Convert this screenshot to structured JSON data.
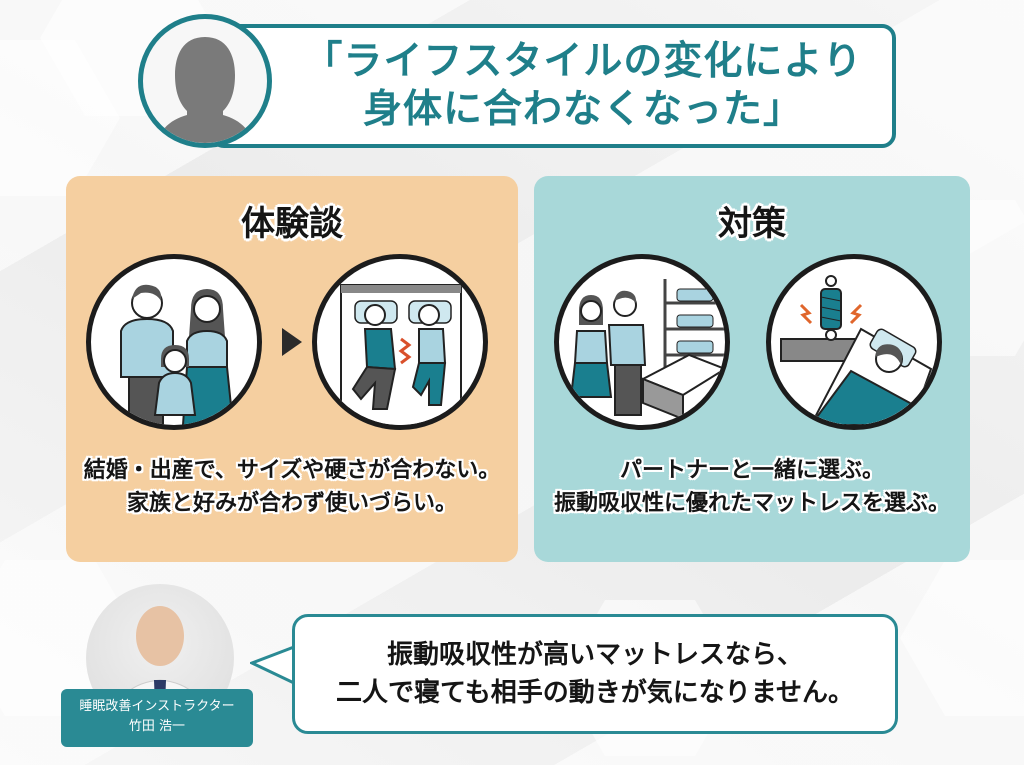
{
  "header": {
    "avatar_icon": "person-silhouette-icon",
    "quote_lines": [
      "「ライフスタイルの変化により",
      "身体に合わなくなった」"
    ]
  },
  "experience": {
    "title": "体験談",
    "illustrations": [
      "family-illustration",
      "couple-sleeping-disturbed-illustration"
    ],
    "arrow_icon": "arrow-right-triangle-icon",
    "text_lines": [
      "結婚・出産で、サイズや硬さが合わない。",
      "家族と好みが合わず使いづらい。"
    ]
  },
  "solution": {
    "title": "対策",
    "illustrations": [
      "couple-choosing-mattress-illustration",
      "vibration-absorbing-sleep-illustration"
    ],
    "text_lines": [
      "パートナーと一緒に選ぶ。",
      "振動吸収性に優れたマットレスを選ぶ。"
    ]
  },
  "expert": {
    "role": "睡眠改善インストラクター",
    "name": "竹田 浩一",
    "speech_lines": [
      "振動吸収性が高いマットレスなら、",
      "二人で寝ても相手の動きが気になりません。"
    ]
  },
  "colors": {
    "teal": "#1f7f8a",
    "experience_bg": "#f5cfa0",
    "solution_bg": "#a8d8d9",
    "shirt_light": "#a9d3e0",
    "skirt_teal": "#1a7f8f",
    "pants_gray": "#555555"
  }
}
